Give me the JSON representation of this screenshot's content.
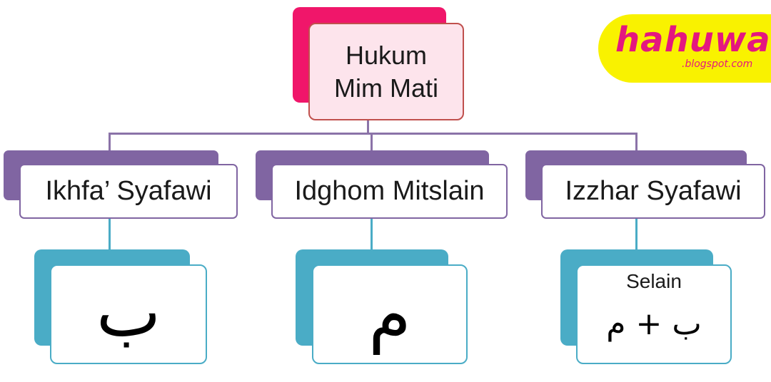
{
  "diagram": {
    "root": {
      "line1": "Hukum",
      "line2": "Mim Mati"
    },
    "branches": [
      {
        "label": "Ikhfa’ Syafawi",
        "letter": "ب"
      },
      {
        "label": "Idghom Mitslain",
        "letter": "م"
      },
      {
        "label": "Izzhar Syafawi",
        "caption": "Selain",
        "formula": "ب + م"
      }
    ]
  },
  "logo": {
    "name": "hahuwa",
    "domain": ".blogspot.com"
  },
  "colors": {
    "root_fill": "#f0166a",
    "root_border": "#c0504d",
    "level2": "#8065a2",
    "level3": "#4aacc6",
    "logo_bg": "#f9f200",
    "logo_text": "#e4177f"
  }
}
